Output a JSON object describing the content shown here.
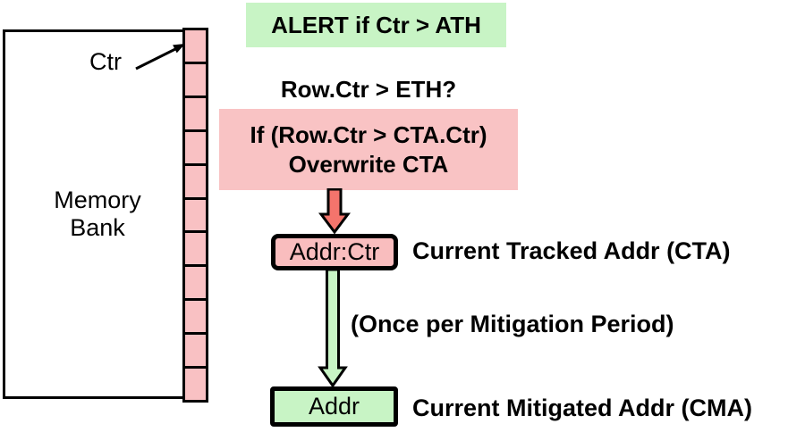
{
  "diagram": {
    "memory_bank": {
      "label_line1": "Memory",
      "label_line2": "Bank",
      "ctr_label": "Ctr",
      "num_cells": 11
    },
    "alert_box": {
      "text": "ALERT if Ctr > ATH"
    },
    "eth_check": {
      "text": "Row.Ctr > ETH?"
    },
    "cta_update_box": {
      "line1": "If (Row.Ctr > CTA.Ctr)",
      "line2": "Overwrite CTA"
    },
    "cta_register": {
      "value": "Addr:Ctr",
      "label": "Current Tracked Addr (CTA)"
    },
    "mitigation_note": {
      "text": "(Once per Mitigation Period)"
    },
    "cma_register": {
      "value": "Addr",
      "label": "Current Mitigated Addr (CMA)"
    },
    "colors": {
      "green": "#c8f4c5",
      "pink": "#f9c3c4",
      "cell_pink": "#f9c1c3",
      "box_pink": "#f9bdbe",
      "red_arrow": "#f4746c",
      "outline": "#000000"
    }
  }
}
